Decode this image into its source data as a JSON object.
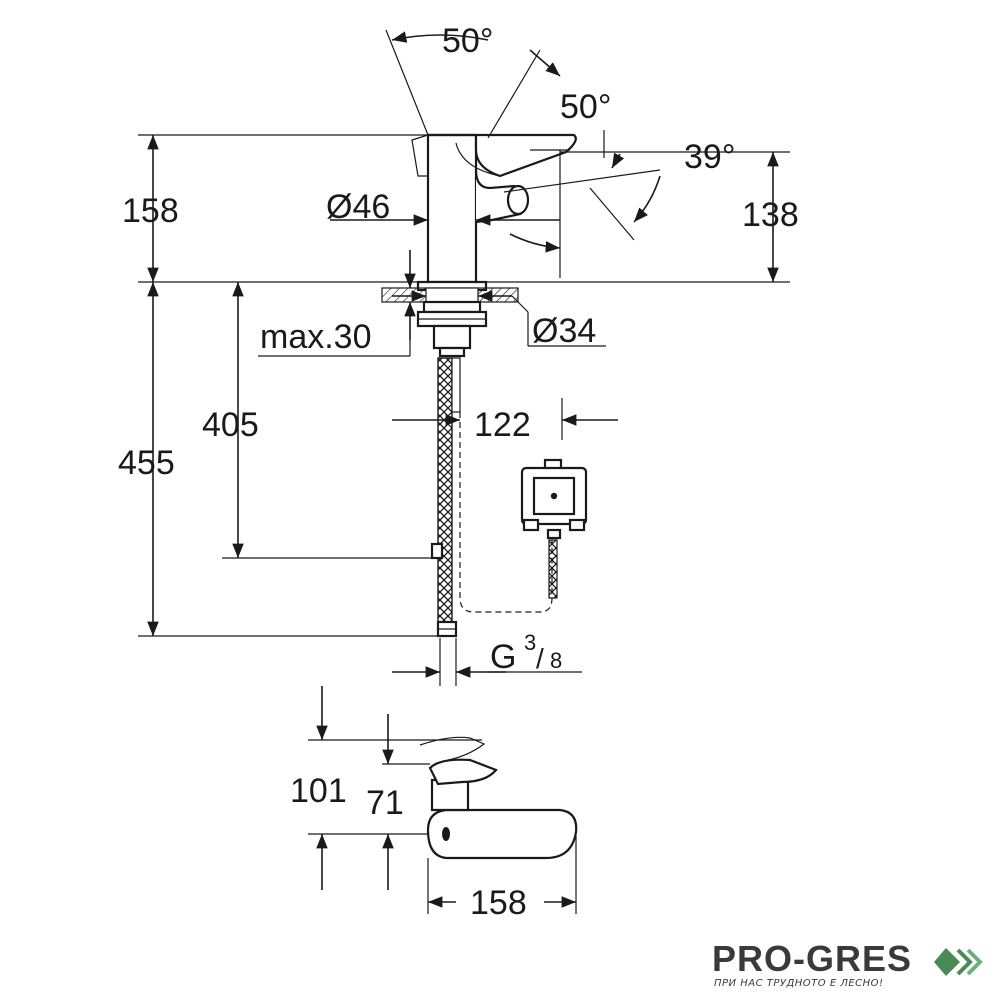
{
  "dimensions": {
    "angle_top": "50°",
    "angle_right": "50°",
    "angle_spout": "39°",
    "height_body": "158",
    "height_spout": "138",
    "diameter_body": "Ø46",
    "diameter_hole": "Ø34",
    "max_thickness": "max.30",
    "hose_length": "405",
    "total_length": "455",
    "box_offset": "122",
    "thread_base": "G",
    "thread_num": "3",
    "thread_den": "8",
    "top_height_outer": "101",
    "top_height_inner": "71",
    "reach": "158"
  },
  "brand": {
    "name": "PRO-GRES",
    "slogan": "ПРИ НАС ТРУДНОТО Е ЛЕСНО!",
    "colors": {
      "text": "#3a3a3a",
      "mark": "#4a8a57"
    }
  }
}
